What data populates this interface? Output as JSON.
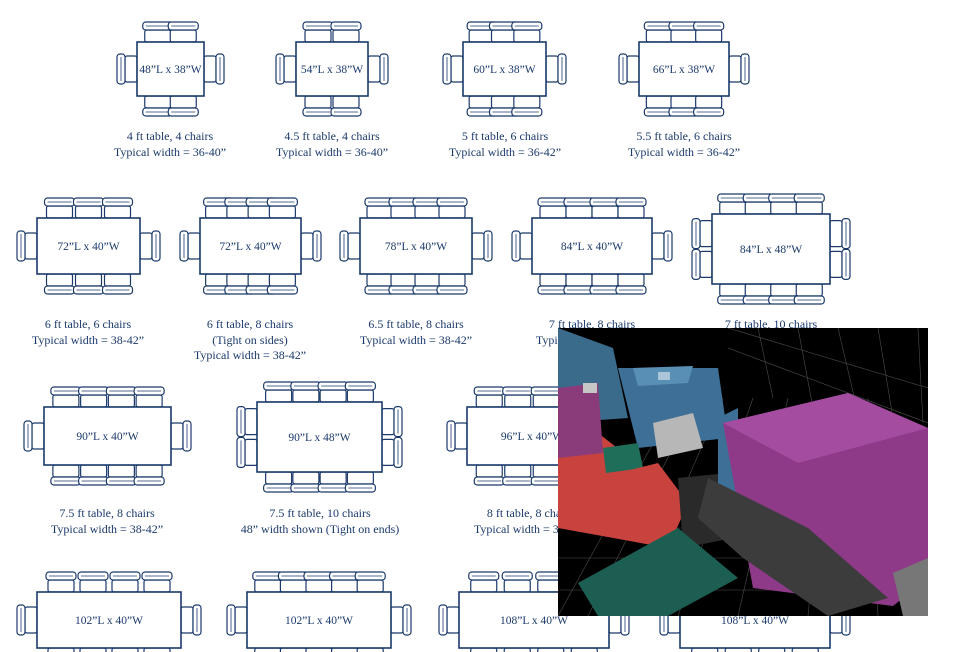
{
  "colors": {
    "ink": "#1b3a6b",
    "background": "#ffffff",
    "scene_background": "#000000"
  },
  "tables": [
    {
      "dims": "48”L x 38”W",
      "caption": [
        "4 ft table, 4 chairs",
        "Typical width = 36-40”"
      ]
    },
    {
      "dims": "54”L x 38”W",
      "caption": [
        "4.5 ft table, 4 chairs",
        "Typical width = 36-40”"
      ]
    },
    {
      "dims": "60”L x 38”W",
      "caption": [
        "5 ft table, 6 chairs",
        "Typical width = 36-42”"
      ]
    },
    {
      "dims": "66”L x 38”W",
      "caption": [
        "5.5 ft table, 6 chairs",
        "Typical width = 36-42”"
      ]
    },
    {
      "dims": "72”L x 40”W",
      "caption": [
        "6 ft table, 6 chairs",
        "Typical width = 38-42”"
      ]
    },
    {
      "dims": "72”L x 40”W",
      "caption": [
        "6 ft table, 8 chairs",
        "(Tight on sides)",
        "Typical width = 38-42”"
      ]
    },
    {
      "dims": "78”L x 40”W",
      "caption": [
        "6.5 ft table, 8 chairs",
        "Typical width = 38-42”"
      ]
    },
    {
      "dims": "84”L x 40”W",
      "caption": [
        "7 ft table, 8 chairs",
        "Typical width = 38-42”"
      ]
    },
    {
      "dims": "84”L x 48”W",
      "caption": [
        "7 ft table, 10 chairs"
      ]
    },
    {
      "dims": "90”L x 40”W",
      "caption": [
        "7.5 ft table, 8 chairs",
        "Typical width = 38-42”"
      ]
    },
    {
      "dims": "90”L x 48”W",
      "caption": [
        "7.5 ft table, 10 chairs",
        "48” width shown (Tight on ends)"
      ]
    },
    {
      "dims": "96”L x 40”W",
      "caption": [
        "8 ft table, 8 chairs",
        "Typical width = 38-42”"
      ]
    },
    {
      "dims": "102”L x 40”W",
      "caption": []
    },
    {
      "dims": "102”L x 40”W",
      "caption": []
    },
    {
      "dims": "108”L x 40”W",
      "caption": []
    },
    {
      "dims": "108”L x 40”W",
      "caption": []
    }
  ]
}
